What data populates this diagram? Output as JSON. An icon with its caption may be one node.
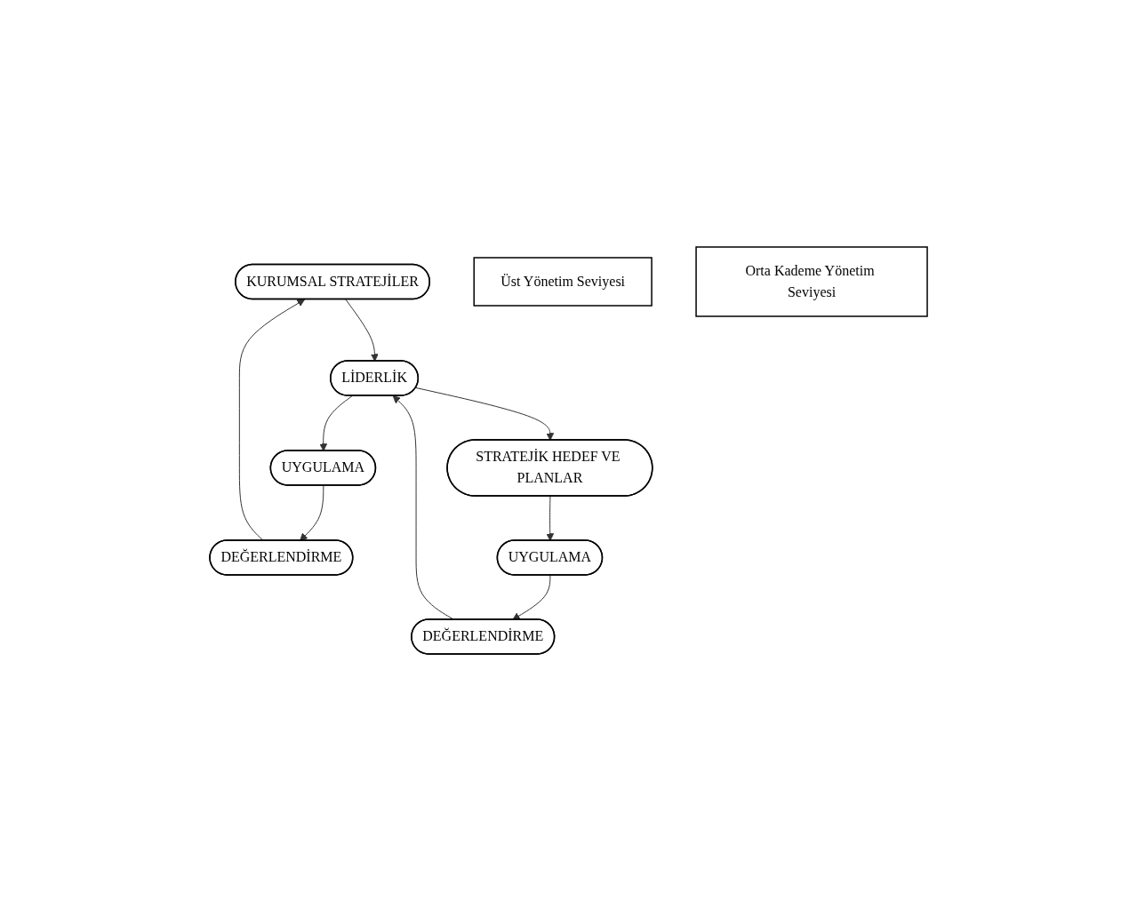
{
  "diagram": {
    "nodes": [
      {
        "text": [
          "KURUMSAL STRATEJİLER"
        ]
      },
      {
        "text": [
          "DEĞERLENDİRME"
        ]
      },
      {
        "text": [
          "DEĞERLENDİRME"
        ]
      },
      {
        "text": [
          "LİDERLİK"
        ]
      },
      {
        "text": [
          "UYGULAMA"
        ]
      },
      {
        "text": [
          "UYGULAMA"
        ]
      },
      {
        "text": [
          "STRATEJİK HEDEF VE PLANLAR"
        ]
      },
      {
        "text": [
          "Üst Yönetim Seviyesi"
        ]
      },
      {
        "text": [
          "Orta Kademe Yönetim Seviyesi"
        ]
      }
    ],
    "edges": [
      {
        "from": 2,
        "to": 0,
        "arrow": "to"
      },
      {
        "from": 0,
        "to": 3,
        "arrow": "to"
      },
      {
        "from": 1,
        "to": 3,
        "arrow": "to"
      },
      {
        "from": 4,
        "to": 1,
        "arrow": "to"
      },
      {
        "from": 3,
        "to": 5,
        "arrow": "to"
      },
      {
        "from": 5,
        "to": 2,
        "arrow": "to"
      },
      {
        "from": 3,
        "to": 6,
        "arrow": "to"
      },
      {
        "from": 6,
        "to": 4,
        "arrow": "to"
      }
    ]
  }
}
